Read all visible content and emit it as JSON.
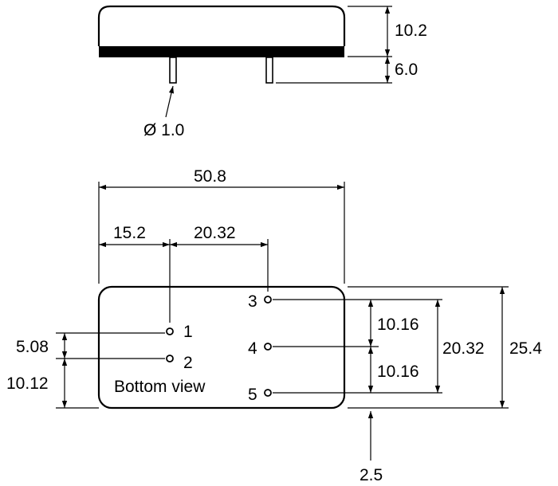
{
  "side_view": {
    "height_label": "10.2",
    "pin_length_label": "6.0",
    "pin_diameter_label": "Ø 1.0"
  },
  "bottom_view": {
    "caption": "Bottom view",
    "width_label": "50.8",
    "pin1_offset_label": "15.2",
    "pin_spacing_x_label": "20.32",
    "left_pin_spacing_label": "5.08",
    "left_pin_base_label": "10.12",
    "right_pin_spacing_upper_label": "10.16",
    "right_pin_spacing_lower_label": "10.16",
    "right_pin_span_label": "20.32",
    "total_height_label": "25.4",
    "bottom_offset_label": "2.5",
    "pins": [
      {
        "number": "1"
      },
      {
        "number": "2"
      },
      {
        "number": "3"
      },
      {
        "number": "4"
      },
      {
        "number": "5"
      }
    ]
  },
  "colors": {
    "ink": "#000000",
    "background": "#ffffff"
  }
}
